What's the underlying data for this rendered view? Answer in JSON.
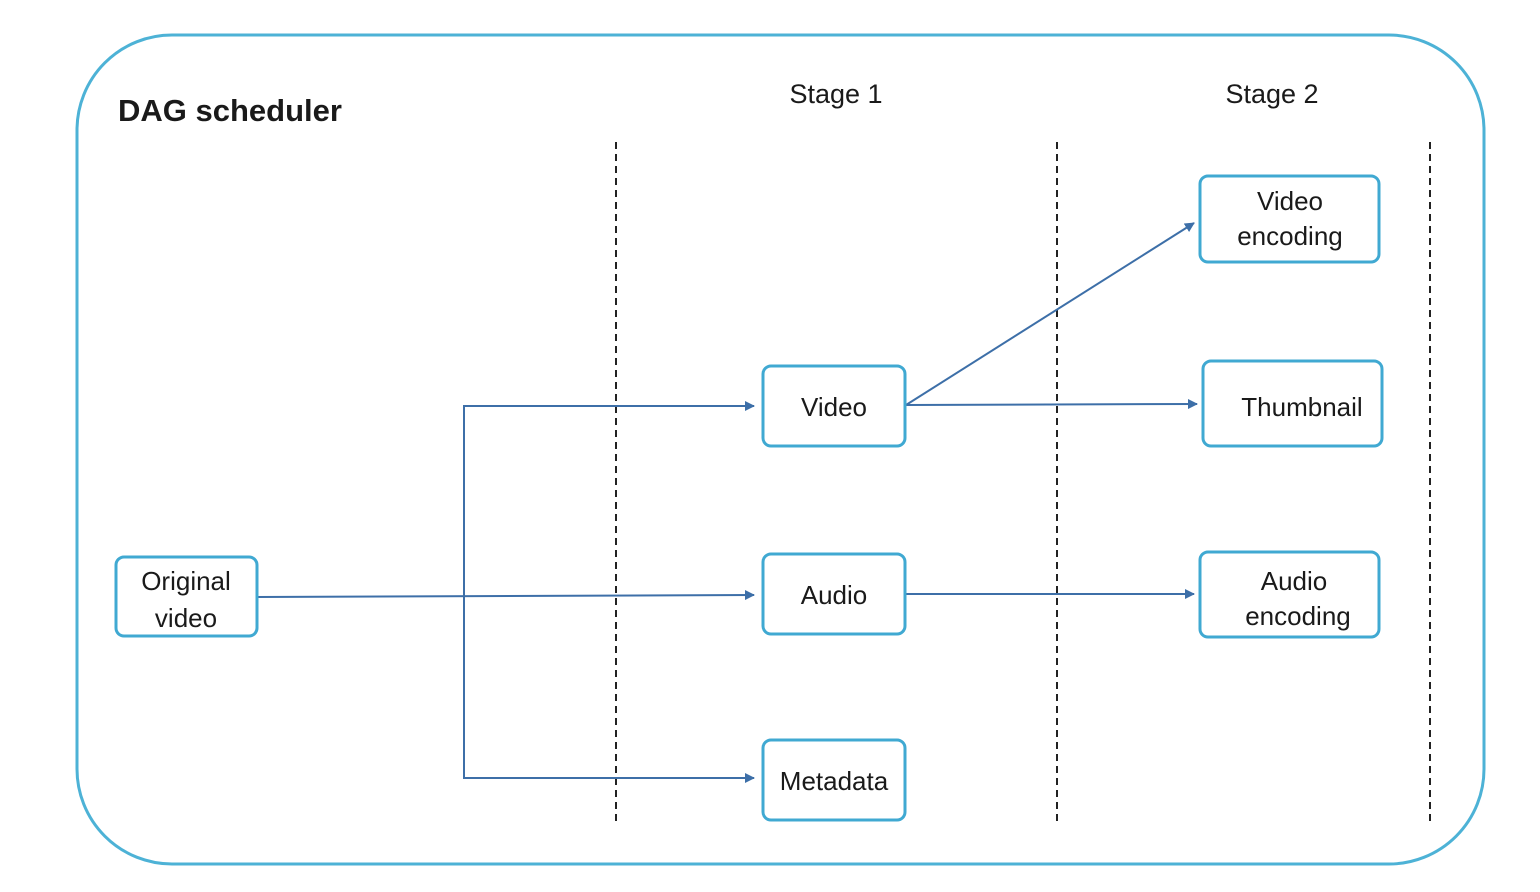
{
  "diagram": {
    "title": "DAG scheduler",
    "stages": [
      "Stage 1",
      "Stage 2"
    ],
    "nodes": {
      "original": [
        "Original",
        "video"
      ],
      "video": "Video",
      "audio": "Audio",
      "metadata": "Metadata",
      "video_encoding": [
        "Video",
        "encoding"
      ],
      "thumbnail": "Thumbnail",
      "audio_encoding": [
        "Audio",
        "encoding"
      ]
    },
    "edges": [
      [
        "Original video",
        "Video"
      ],
      [
        "Original video",
        "Audio"
      ],
      [
        "Original video",
        "Metadata"
      ],
      [
        "Video",
        "Video encoding"
      ],
      [
        "Video",
        "Thumbnail"
      ],
      [
        "Audio",
        "Audio encoding"
      ]
    ],
    "colors": {
      "border": "#4db2d6",
      "node_border": "#40a9d2",
      "edge": "#3d6fa8"
    }
  }
}
